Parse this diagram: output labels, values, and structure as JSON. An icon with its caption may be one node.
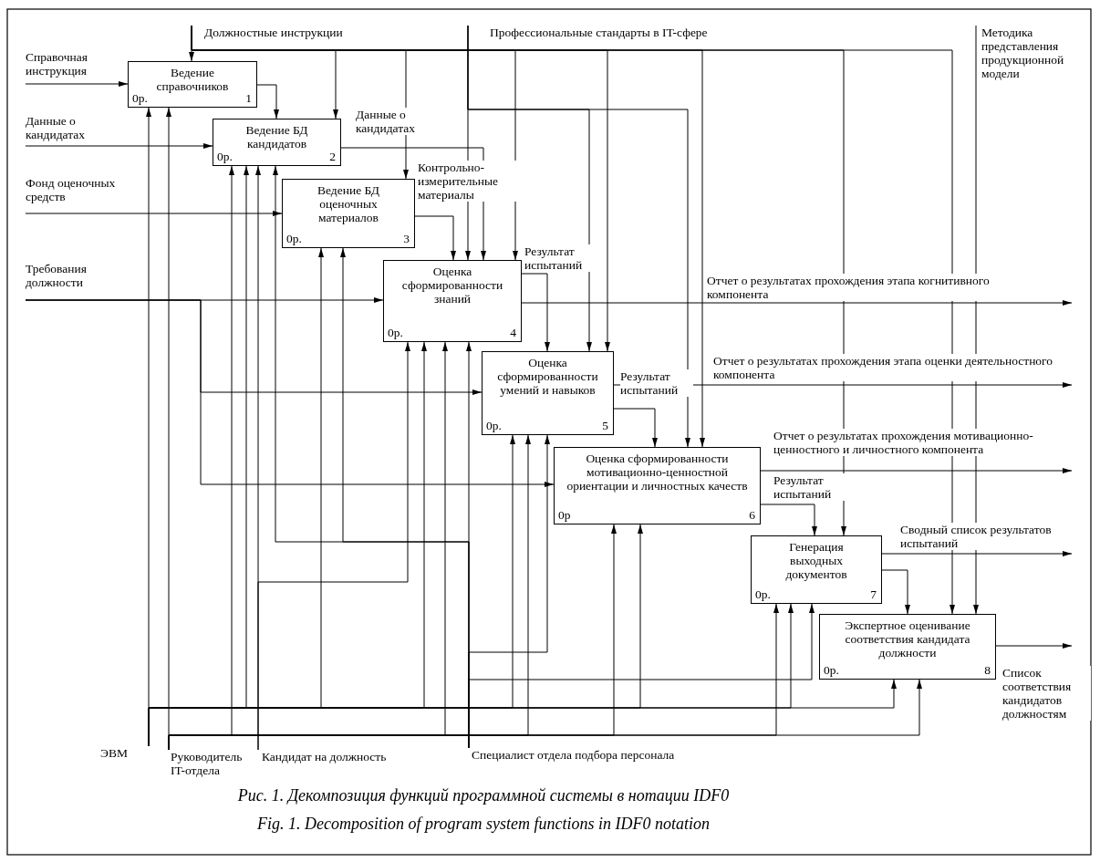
{
  "diagram": {
    "caption": "Рис. 1. Декомпозиция функций программной системы в нотации IDF0",
    "nodes": [
      {
        "text": [
          "Ведение справочников",
          "0р.",
          "1"
        ]
      },
      {
        "text": [
          "Ведение БД кандидатов",
          "0р.",
          "2"
        ]
      },
      {
        "text": [
          "Ведение БД оценочных материалов",
          "0р.",
          "3"
        ]
      },
      {
        "text": [
          "Оценка сформированности знаний",
          "0р.",
          "4"
        ]
      },
      {
        "text": [
          "Оценка сформированности умений и навыков",
          "0р.",
          "5"
        ]
      },
      {
        "text": [
          "Оценка сформированности мотивационно-ценностной ориентации и личностных качеств",
          "0р",
          "6"
        ]
      },
      {
        "text": [
          "Генерация выходных документов",
          "0р.",
          "7"
        ]
      },
      {
        "text": [
          "Экспертное оценивание соответствия кандидата должности",
          "0р.",
          "8"
        ]
      },
      {
        "text": [
          "Справочная инструкция"
        ]
      },
      {
        "text": [
          "Данные о кандидатах"
        ]
      },
      {
        "text": [
          "Фонд оценочных средств"
        ]
      },
      {
        "text": [
          "Требования должности"
        ]
      },
      {
        "text": [
          "Должностные инструкции"
        ]
      },
      {
        "text": [
          "Профессиональные стандарты в IT-сфере"
        ]
      },
      {
        "text": [
          "Методика представления продукционной модели"
        ]
      },
      {
        "text": [
          "ЭВМ"
        ]
      },
      {
        "text": [
          "Руководитель IT-отдела"
        ]
      },
      {
        "text": [
          "Кандидат на должность"
        ]
      },
      {
        "text": [
          "Специалист отдела подбора персонала"
        ]
      }
    ],
    "edges": [
      {
        "from": 8,
        "to": 0,
        "arrow": "to"
      },
      {
        "from": 9,
        "to": 1,
        "arrow": "to"
      },
      {
        "from": 10,
        "to": 2,
        "arrow": "to"
      },
      {
        "from": 11,
        "to": 3,
        "arrow": "to"
      },
      {
        "from": 11,
        "to": 4,
        "arrow": "to"
      },
      {
        "from": 11,
        "to": 5,
        "arrow": "to"
      },
      {
        "from": 12,
        "to": 0,
        "arrow": "to"
      },
      {
        "from": 12,
        "to": 1,
        "arrow": "to"
      },
      {
        "from": 12,
        "to": 2,
        "arrow": "to"
      },
      {
        "from": 12,
        "to": 3,
        "arrow": "to"
      },
      {
        "from": 12,
        "to": 4,
        "arrow": "to"
      },
      {
        "from": 12,
        "to": 5,
        "arrow": "to"
      },
      {
        "from": 12,
        "to": 6,
        "arrow": "to"
      },
      {
        "from": 12,
        "to": 7,
        "arrow": "to"
      },
      {
        "from": 13,
        "to": 3,
        "arrow": "to"
      },
      {
        "from": 13,
        "to": 4,
        "arrow": "to"
      },
      {
        "from": 13,
        "to": 5,
        "arrow": "to"
      },
      {
        "from": 14,
        "to": 7,
        "arrow": "to"
      },
      {
        "from": 0,
        "to": 1,
        "arrow": "to"
      },
      {
        "from": 1,
        "to": 3,
        "arrow": "to",
        "label": "Данные о кандидатах"
      },
      {
        "from": 2,
        "to": 3,
        "arrow": "to",
        "label": "Контрольно-измерительные материалы"
      },
      {
        "from": 3,
        "to": 4,
        "arrow": "to",
        "label": "Результат испытаний"
      },
      {
        "from": 3,
        "to": null,
        "arrow": "to",
        "label": "Отчет о результатах прохождения этапа когнитивного компонента"
      },
      {
        "from": 4,
        "to": 5,
        "arrow": "to",
        "label": "Результат испытаний"
      },
      {
        "from": 4,
        "to": null,
        "arrow": "to",
        "label": "Отчет о результатах прохождения этапа оценки деятельностного компонента"
      },
      {
        "from": 5,
        "to": 6,
        "arrow": "to",
        "label": "Результат испытаний"
      },
      {
        "from": 5,
        "to": null,
        "arrow": "to",
        "label": "Отчет о результатах прохождения мотивационно-ценностного и личностного компонента"
      },
      {
        "from": 6,
        "to": 7,
        "arrow": "to"
      },
      {
        "from": 6,
        "to": null,
        "arrow": "to",
        "label": "Сводный список результатов испытаний"
      },
      {
        "from": 7,
        "to": null,
        "arrow": "to",
        "label": "Список соответствия кандидатов должностям"
      },
      {
        "from": 15,
        "to": 0,
        "arrow": "to"
      },
      {
        "from": 15,
        "to": 1,
        "arrow": "to"
      },
      {
        "from": 15,
        "to": 2,
        "arrow": "to"
      },
      {
        "from": 15,
        "to": 3,
        "arrow": "to"
      },
      {
        "from": 15,
        "to": 4,
        "arrow": "to"
      },
      {
        "from": 15,
        "to": 5,
        "arrow": "to"
      },
      {
        "from": 15,
        "to": 6,
        "arrow": "to"
      },
      {
        "from": 15,
        "to": 7,
        "arrow": "to"
      },
      {
        "from": 16,
        "to": 0,
        "arrow": "to"
      },
      {
        "from": 16,
        "to": 1,
        "arrow": "to"
      },
      {
        "from": 16,
        "to": 3,
        "arrow": "to"
      },
      {
        "from": 16,
        "to": 4,
        "arrow": "to"
      },
      {
        "from": 16,
        "to": 5,
        "arrow": "to"
      },
      {
        "from": 16,
        "to": 6,
        "arrow": "to"
      },
      {
        "from": 16,
        "to": 7,
        "arrow": "to"
      },
      {
        "from": 17,
        "to": 1,
        "arrow": "to"
      },
      {
        "from": 17,
        "to": 3,
        "arrow": "to"
      },
      {
        "from": 18,
        "to": 1,
        "arrow": "to"
      },
      {
        "from": 18,
        "to": 2,
        "arrow": "to"
      },
      {
        "from": 18,
        "to": 3,
        "arrow": "to"
      },
      {
        "from": 18,
        "to": 4,
        "arrow": "to"
      },
      {
        "from": 18,
        "to": 6,
        "arrow": "to"
      }
    ],
    "labels": [
      "Fig. 1. Decomposition of program system functions in IDF0 notation"
    ]
  }
}
